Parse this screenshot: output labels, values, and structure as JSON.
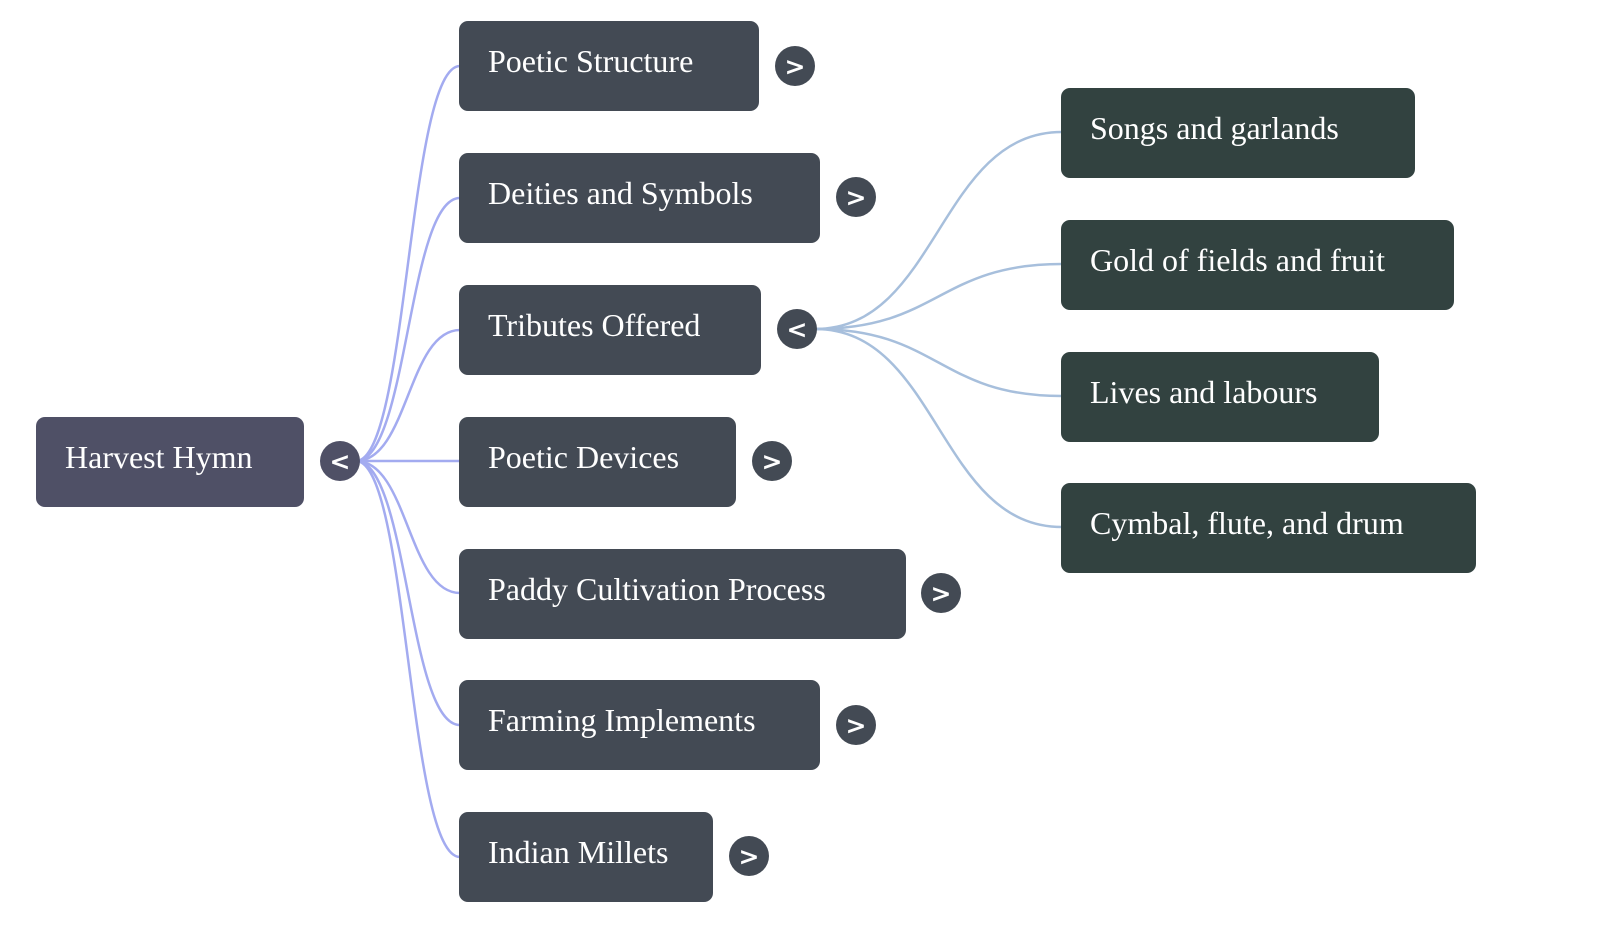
{
  "root": {
    "label": "Harvest Hymn",
    "toggle": "<",
    "expanded": true
  },
  "children": [
    {
      "label": "Poetic Structure",
      "toggle": ">",
      "expanded": false
    },
    {
      "label": "Deities and Symbols",
      "toggle": ">",
      "expanded": false
    },
    {
      "label": "Tributes Offered",
      "toggle": "<",
      "expanded": true,
      "children": [
        {
          "label": "Songs and garlands"
        },
        {
          "label": "Gold of fields and fruit"
        },
        {
          "label": "Lives and labours"
        },
        {
          "label": "Cymbal, flute, and drum"
        }
      ]
    },
    {
      "label": "Poetic Devices",
      "toggle": ">",
      "expanded": false
    },
    {
      "label": "Paddy Cultivation Process",
      "toggle": ">",
      "expanded": false
    },
    {
      "label": "Farming Implements",
      "toggle": ">",
      "expanded": false
    },
    {
      "label": "Indian Millets",
      "toggle": ">",
      "expanded": false
    }
  ],
  "colors": {
    "root_fill": "#4f5066",
    "level1_fill": "#434a54",
    "level2_fill": "#324240",
    "level1_link": "#a3abf0",
    "level2_link": "#a7bfdc",
    "text": "#ffffff"
  }
}
